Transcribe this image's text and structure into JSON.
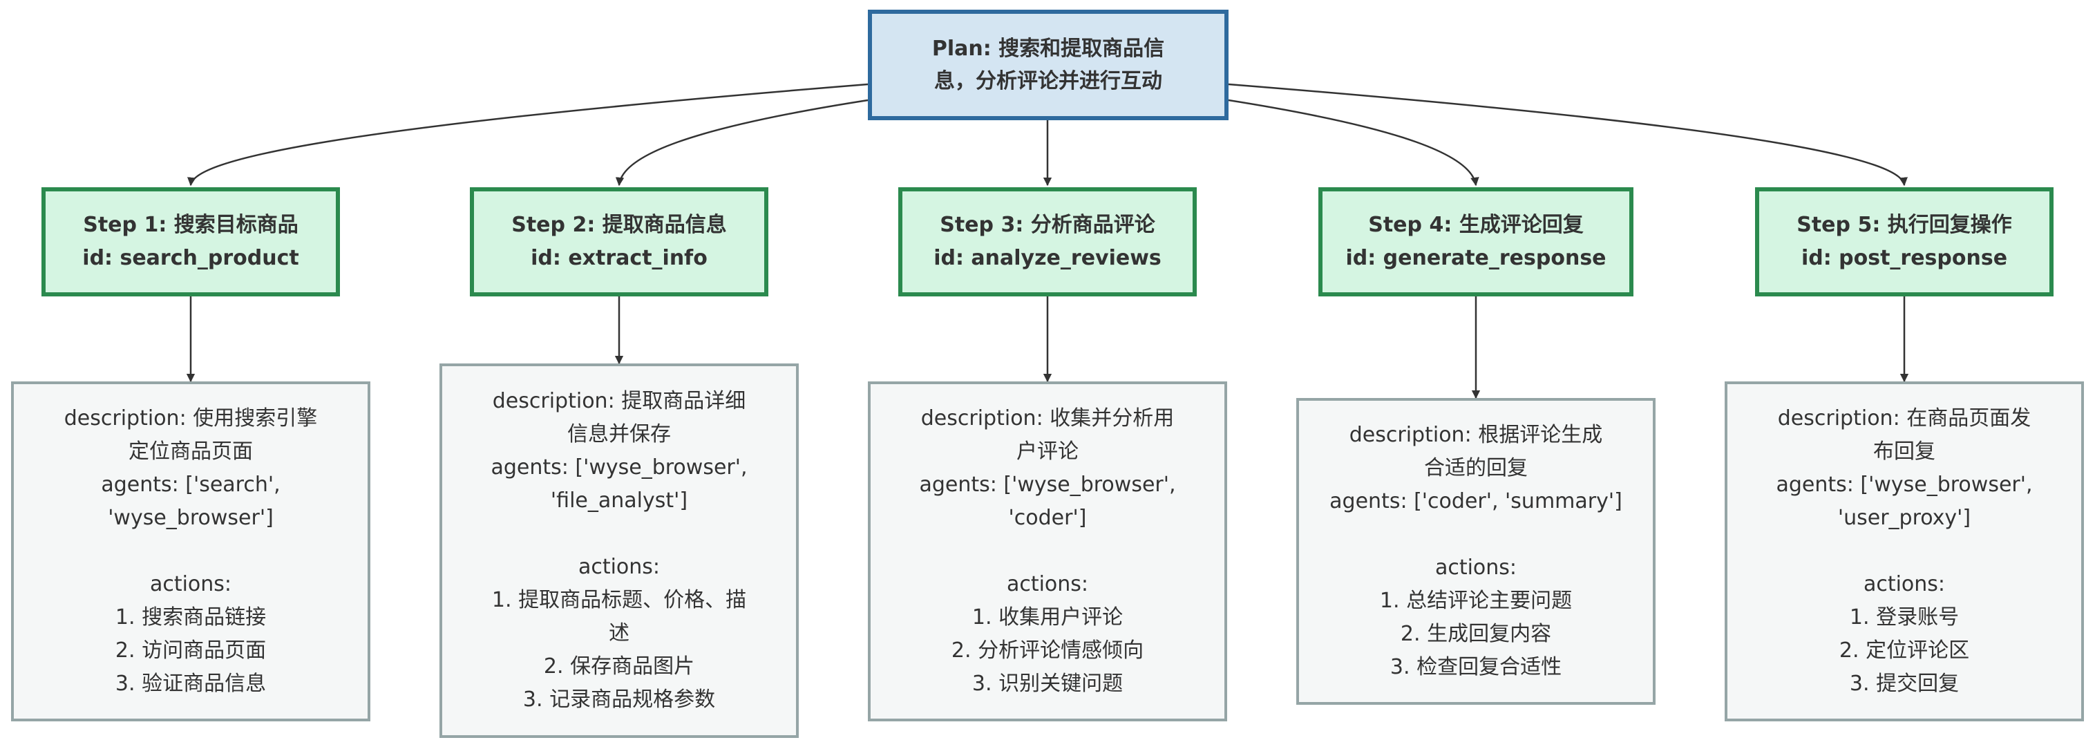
{
  "colors": {
    "plan_fill": "#d4e5f2",
    "plan_border": "#2e6a9e",
    "step_fill": "#d5f5e2",
    "step_border": "#2b8a4e",
    "detail_fill": "#f5f7f7",
    "detail_border": "#95a5a6",
    "edge": "#333333"
  },
  "plan": {
    "lines": [
      "Plan: 搜索和提取商品信",
      "息，分析评论并进行互动"
    ]
  },
  "steps": [
    {
      "title": "Step 1: 搜索目标商品",
      "id_line": "id: search_product",
      "detail": {
        "desc_lines": [
          "description: 使用搜索引擎",
          "定位商品页面"
        ],
        "agent_lines": [
          "agents: ['search',",
          "'wyse_browser']"
        ],
        "actions_label": "actions:",
        "action_lines": [
          "1. 搜索商品链接",
          "2. 访问商品页面",
          "3. 验证商品信息"
        ]
      }
    },
    {
      "title": "Step 2: 提取商品信息",
      "id_line": "id: extract_info",
      "detail": {
        "desc_lines": [
          "description: 提取商品详细",
          "信息并保存"
        ],
        "agent_lines": [
          "agents: ['wyse_browser',",
          "'file_analyst']"
        ],
        "actions_label": "actions:",
        "action_lines": [
          "1. 提取商品标题、价格、描",
          "述",
          "2. 保存商品图片",
          "3. 记录商品规格参数"
        ]
      }
    },
    {
      "title": "Step 3: 分析商品评论",
      "id_line": "id: analyze_reviews",
      "detail": {
        "desc_lines": [
          "description: 收集并分析用",
          "户评论"
        ],
        "agent_lines": [
          "agents: ['wyse_browser',",
          "'coder']"
        ],
        "actions_label": "actions:",
        "action_lines": [
          "1. 收集用户评论",
          "2. 分析评论情感倾向",
          "3. 识别关键问题"
        ]
      }
    },
    {
      "title": "Step 4: 生成评论回复",
      "id_line": "id: generate_response",
      "detail": {
        "desc_lines": [
          "description: 根据评论生成",
          "合适的回复"
        ],
        "agent_lines": [
          "agents: ['coder', 'summary']"
        ],
        "actions_label": "actions:",
        "action_lines": [
          "1. 总结评论主要问题",
          "2. 生成回复内容",
          "3. 检查回复合适性"
        ]
      }
    },
    {
      "title": "Step 5: 执行回复操作",
      "id_line": "id: post_response",
      "detail": {
        "desc_lines": [
          "description: 在商品页面发",
          "布回复"
        ],
        "agent_lines": [
          "agents: ['wyse_browser',",
          "'user_proxy']"
        ],
        "actions_label": "actions:",
        "action_lines": [
          "1. 登录账号",
          "2. 定位评论区",
          "3. 提交回复"
        ]
      }
    }
  ]
}
